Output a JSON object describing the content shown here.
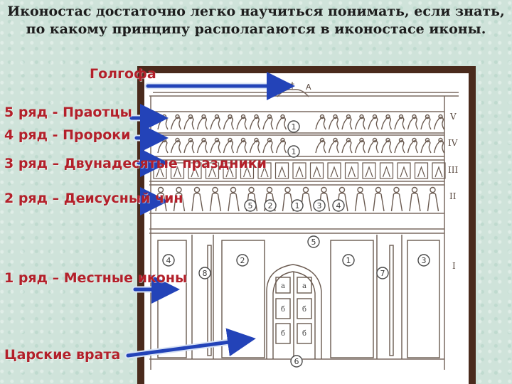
{
  "heading": "Иконостас достаточно легко научиться понимать, если знать, по какому принципу располагаются в иконостасе иконы.",
  "labels": {
    "golgotha": "Голгофа",
    "row5": "5 ряд - Праотцы",
    "row4": "4 ряд - Пророки",
    "row3": "3 ряд – Двунадесятые праздники",
    "row2": "2 ряд – Деисусный чин",
    "row1": "1 ряд – Местные иконы",
    "gates": "Царские врата"
  },
  "roman": [
    "V",
    "IV",
    "III",
    "II",
    "I"
  ],
  "top_marker": "A",
  "circles": {
    "row5": "1",
    "row4": "1",
    "deesis": [
      "5",
      "2",
      "1",
      "3",
      "4"
    ],
    "local": [
      "4",
      "8",
      "2",
      "5",
      "1",
      "7",
      "3"
    ],
    "gates": "6"
  },
  "door_letters": {
    "a": "а",
    "b": "б"
  },
  "colors": {
    "label": "#b3202a",
    "arrow": "#2343b8",
    "arrow_outline": "#d8e3f5",
    "frame": "#4a2a1c"
  }
}
